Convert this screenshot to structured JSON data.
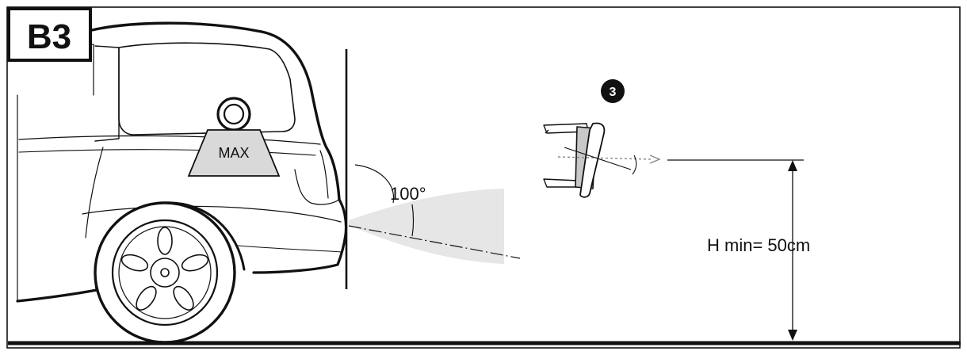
{
  "figure": {
    "label": "B3",
    "weight_label": "MAX",
    "step_marker": "3",
    "angle_label": "100°",
    "height_label": "H min= 50cm"
  },
  "colors": {
    "line": "#111111",
    "fill_gray": "#d9d9d9",
    "sensor_gray": "#c8c8c8",
    "beam_gray": "#e6e6e6",
    "background": "#ffffff"
  }
}
